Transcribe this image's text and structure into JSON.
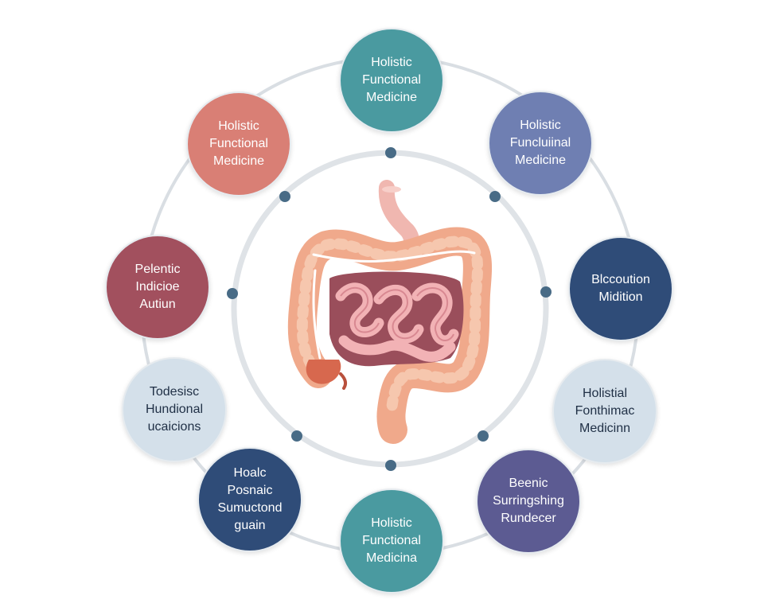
{
  "colors": {
    "ring": "#d9dee3",
    "dot": "#486b86",
    "teal": "#4a9aa0",
    "coral": "#d97f75",
    "indigo": "#6f7fb2",
    "maroon": "#a2505e",
    "navy": "#2f4c78",
    "pale_blue": "#d4e0ea",
    "violet": "#5c5b92",
    "text_dark": "#1f2f45"
  },
  "center_icon": "intestines-icon",
  "nodes": [
    {
      "id": "top",
      "label": "Holistic\nFunctional\nMedicine",
      "color": "#4a9aa0",
      "dark_text": false
    },
    {
      "id": "upper-right",
      "label": "Holistic\nFuncluiinal\nMedicine",
      "color": "#6f7fb2",
      "dark_text": false
    },
    {
      "id": "right",
      "label": "Blccoution\nMidition",
      "color": "#2f4c78",
      "dark_text": false
    },
    {
      "id": "lower-right",
      "label": "Holistial\nFonthimac\nMedicinn",
      "color": "#d4e0ea",
      "dark_text": true
    },
    {
      "id": "bottom-right",
      "label": "Beenic\nSurringshing\nRundecer",
      "color": "#5c5b92",
      "dark_text": false
    },
    {
      "id": "bottom",
      "label": "Holistic\nFunctional\nMedicina",
      "color": "#4a9aa0",
      "dark_text": false
    },
    {
      "id": "bottom-left",
      "label": "Hoalc\nPosnaic\nSumuctond\nguain",
      "color": "#2f4c78",
      "dark_text": false
    },
    {
      "id": "lower-left",
      "label": "Todesisc\nHundional\nucaicions",
      "color": "#d4e0ea",
      "dark_text": true
    },
    {
      "id": "left",
      "label": "Pelentic\nIndicioe\nAutiun",
      "color": "#a2505e",
      "dark_text": false
    },
    {
      "id": "upper-left",
      "label": "Holistic\nFunctional\nMedicine",
      "color": "#d97f75",
      "dark_text": false
    }
  ]
}
